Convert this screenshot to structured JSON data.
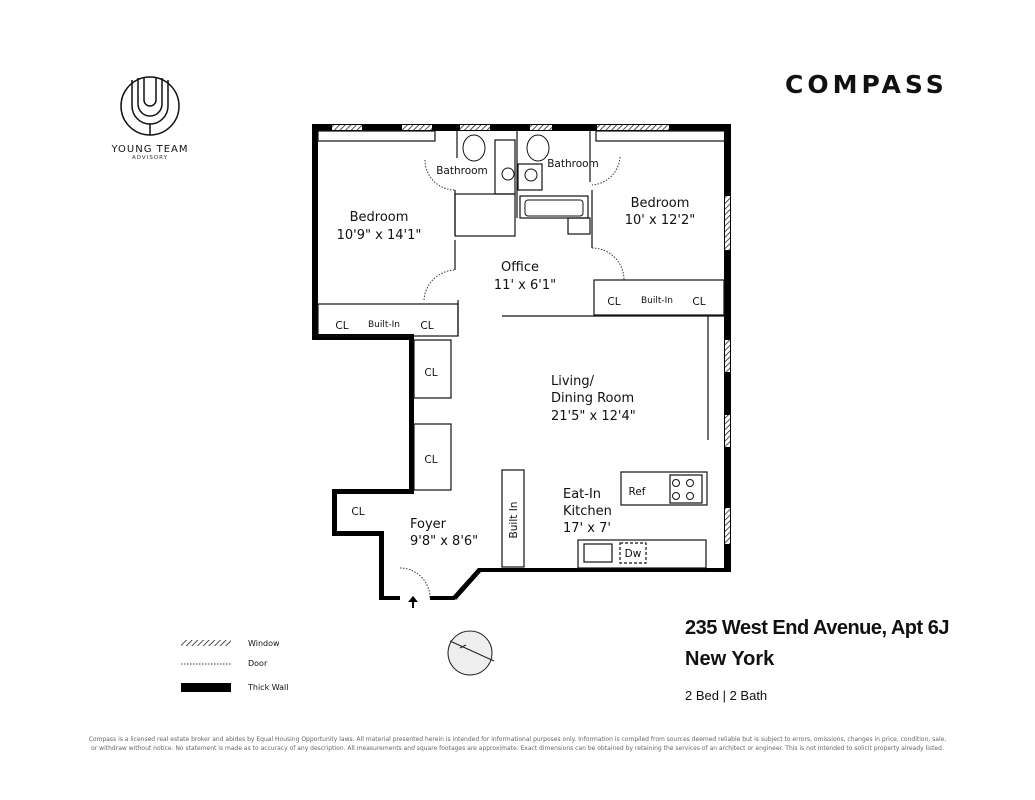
{
  "brand": {
    "name": "COMPASS"
  },
  "logo": {
    "name": "YOUNG TEAM",
    "sub": "ADVISORY"
  },
  "rooms": {
    "bedroom_left": {
      "name": "Bedroom",
      "dims": "10'9\" x 14'1\""
    },
    "bathroom_left": {
      "name": "Bathroom"
    },
    "bathroom_right": {
      "name": "Bathroom"
    },
    "bedroom_right": {
      "name": "Bedroom",
      "dims": "10' x 12'2\""
    },
    "office": {
      "name": "Office",
      "dims": "11' x 6'1\""
    },
    "living": {
      "name1": "Living/",
      "name2": "Dining Room",
      "dims": "21'5\" x 12'4\""
    },
    "kitchen": {
      "name1": "Eat-In",
      "name2": "Kitchen",
      "dims": "17' x 7'"
    },
    "foyer": {
      "name": "Foyer",
      "dims": "9'8\" x 8'6\""
    }
  },
  "fixtures": {
    "cl": "CL",
    "built_in_hyphen": "Built-In",
    "built_in": "Built In",
    "ref": "Ref",
    "dw": "Dw"
  },
  "legend": {
    "window": "Window",
    "door": "Door",
    "thick_wall": "Thick Wall"
  },
  "listing": {
    "address": "235 West End Avenue, Apt 6J",
    "city": "New York",
    "summary": "2 Bed | 2 Bath"
  },
  "footer": {
    "line1": "Compass is a licensed real estate broker and abides by Equal Housing Opportunity laws. All material presented herein is intended for informational purposes only. Information is compiled from sources deemed reliable but is subject to errors, omissions, changes in price, condition, sale,",
    "line2": "or withdraw without notice. No statement is made as to accuracy of any description. All measurements and square footages are approximate. Exact dimensions can be obtained by retaining the services of an architect or engineer. This is not intended to solicit property already listed."
  }
}
